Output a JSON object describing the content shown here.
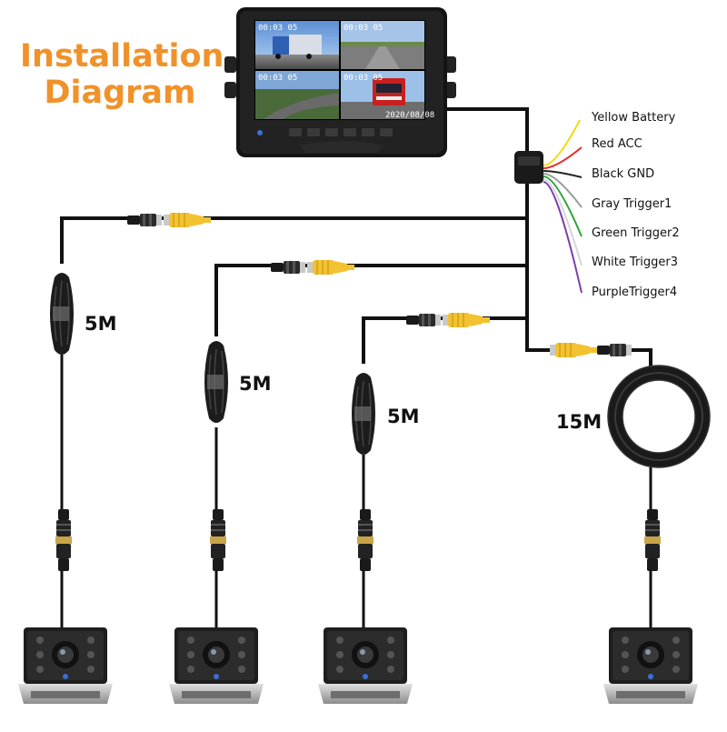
{
  "title": {
    "line1": "Installation",
    "line2": "Diagram"
  },
  "monitor": {
    "quad_time_labels": [
      "00:03 05",
      "00:03 05",
      "00:03 05",
      "00:03 05"
    ],
    "date_label": "2020/08/08"
  },
  "power_wires": [
    {
      "label": "Yellow Battery",
      "color": "#f5d90a"
    },
    {
      "label": "Red  ACC",
      "color": "#e52a2a"
    },
    {
      "label": "Black GND",
      "color": "#222222"
    },
    {
      "label": "Gray Trigger1",
      "color": "#9a9a9a"
    },
    {
      "label": "Green Trigger2",
      "color": "#29a63b"
    },
    {
      "label": "White Trigger3",
      "color": "#d6d6d6"
    },
    {
      "label": "PurpleTrigger4",
      "color": "#7a3fb0"
    }
  ],
  "cables": [
    {
      "length": "5M"
    },
    {
      "length": "5M"
    },
    {
      "length": "5M"
    },
    {
      "length": "15M"
    }
  ],
  "colors": {
    "title": "#f0922a",
    "connector": "#f2c230",
    "cable": "#111111"
  }
}
